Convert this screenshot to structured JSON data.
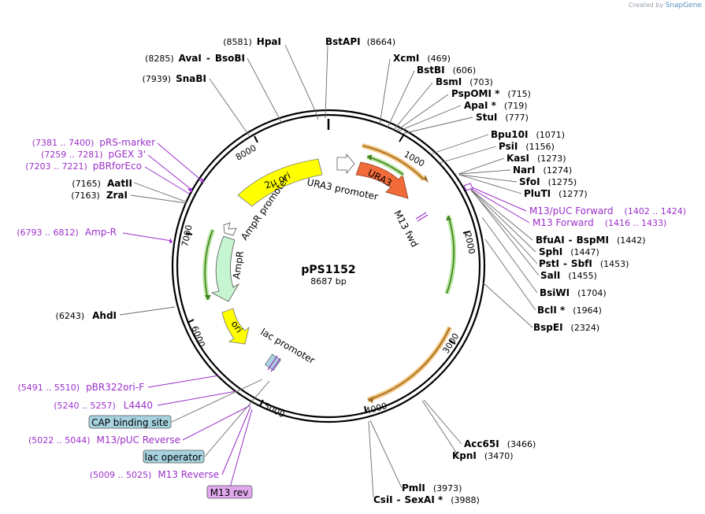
{
  "credit": {
    "created_by": "Created by",
    "brand": "SnapGene"
  },
  "plasmid": {
    "name": "pPS1152",
    "size": "8687 bp"
  },
  "enzymes": [
    {
      "name": "HpaI",
      "pos": "(8581)"
    },
    {
      "name": "BstAPI",
      "pos": "(8664)"
    },
    {
      "name": "AvaI",
      "name2": "BsoBI",
      "pos": "(8285)"
    },
    {
      "name": "SnaBI",
      "pos": "(7939)"
    },
    {
      "name": "XcmI",
      "pos": "(469)"
    },
    {
      "name": "BstBI",
      "pos": "(606)"
    },
    {
      "name": "BsmI",
      "pos": "(703)"
    },
    {
      "name": "PspOMI *",
      "pos": "(715)"
    },
    {
      "name": "ApaI *",
      "pos": "(719)"
    },
    {
      "name": "StuI",
      "pos": "(777)"
    },
    {
      "name": "Bpu10I",
      "pos": "(1071)"
    },
    {
      "name": "PsiI",
      "pos": "(1156)"
    },
    {
      "name": "KasI",
      "pos": "(1273)"
    },
    {
      "name": "NarI",
      "pos": "(1274)"
    },
    {
      "name": "SfoI",
      "pos": "(1275)"
    },
    {
      "name": "PluTI",
      "pos": "(1277)"
    },
    {
      "name": "BfuAI",
      "name2": "BspMI",
      "pos": "(1442)"
    },
    {
      "name": "SphI",
      "pos": "(1447)"
    },
    {
      "name": "PstI",
      "name2": "SbfI",
      "pos": "(1453)"
    },
    {
      "name": "SalI",
      "pos": "(1455)"
    },
    {
      "name": "BsiWI",
      "pos": "(1704)"
    },
    {
      "name": "BclI *",
      "pos": "(1964)"
    },
    {
      "name": "BspEI",
      "pos": "(2324)"
    },
    {
      "name": "Acc65I",
      "pos": "(3466)"
    },
    {
      "name": "KpnI",
      "pos": "(3470)"
    },
    {
      "name": "PmlI",
      "pos": "(3973)"
    },
    {
      "name": "CsiI",
      "name2": "SexAI *",
      "pos": "(3988)"
    },
    {
      "name": "AatII",
      "pos": "(7165)"
    },
    {
      "name": "ZraI",
      "pos": "(7163)"
    },
    {
      "name": "AhdI",
      "pos": "(6243)"
    }
  ],
  "primers": [
    {
      "name": "pRS-marker",
      "range": "(7381 .. 7400)"
    },
    {
      "name": "pGEX 3'",
      "range": "(7259 .. 7281)"
    },
    {
      "name": "pBRforEco",
      "range": "(7203 .. 7221)"
    },
    {
      "name": "Amp-R",
      "range": "(6793 .. 6812)"
    },
    {
      "name": "M13/pUC Forward",
      "range": "(1402 .. 1424)"
    },
    {
      "name": "M13 Forward",
      "range": "(1416 .. 1433)"
    },
    {
      "name": "pBR322ori-F",
      "range": "(5491 .. 5510)"
    },
    {
      "name": "L4440",
      "range": "(5240 .. 5257)"
    },
    {
      "name": "M13/pUC Reverse",
      "range": "(5022 .. 5044)"
    },
    {
      "name": "M13 Reverse",
      "range": "(5009 .. 5025)"
    }
  ],
  "boxed": {
    "cap": "CAP binding site",
    "lac_op": "lac operator",
    "m13rev": "M13 rev"
  },
  "features": {
    "ori2mu": "2μ ori",
    "ura3prom": "URA3 promoter",
    "ura3": "URA3",
    "m13fwd": "M13 fwd",
    "ampr_prom": "AmpR promoter",
    "ampr": "AmpR",
    "ori": "ori",
    "lacprom": "lac promoter"
  },
  "ticks": [
    "1000",
    "2000",
    "3000",
    "4000",
    "5000",
    "6000",
    "7000",
    "8000"
  ]
}
